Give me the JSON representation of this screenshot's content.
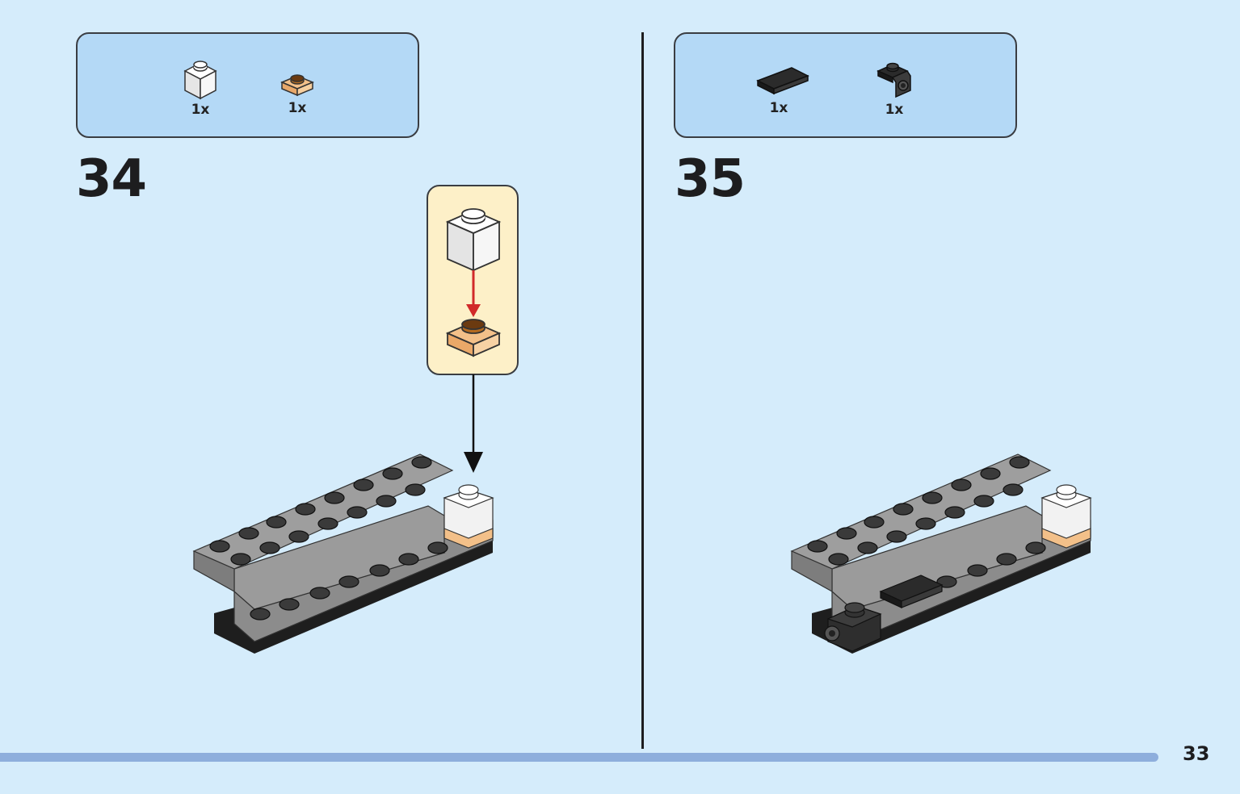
{
  "steps": [
    {
      "number": "34",
      "parts": [
        {
          "icon": "white-brick-1x1-icon",
          "qty": "1x"
        },
        {
          "icon": "trans-orange-plate-1x1-icon",
          "qty": "1x"
        }
      ]
    },
    {
      "number": "35",
      "parts": [
        {
          "icon": "black-tile-1x2-icon",
          "qty": "1x"
        },
        {
          "icon": "black-bracket-icon",
          "qty": "1x"
        }
      ]
    }
  ],
  "page": {
    "number": "33"
  },
  "colors": {
    "background": "#d5ecfb",
    "parts_box": "#b4d9f6",
    "callout": "#fdf0c8",
    "arrow_red": "#d12a2a",
    "footer_bar": "#8eaedc"
  }
}
